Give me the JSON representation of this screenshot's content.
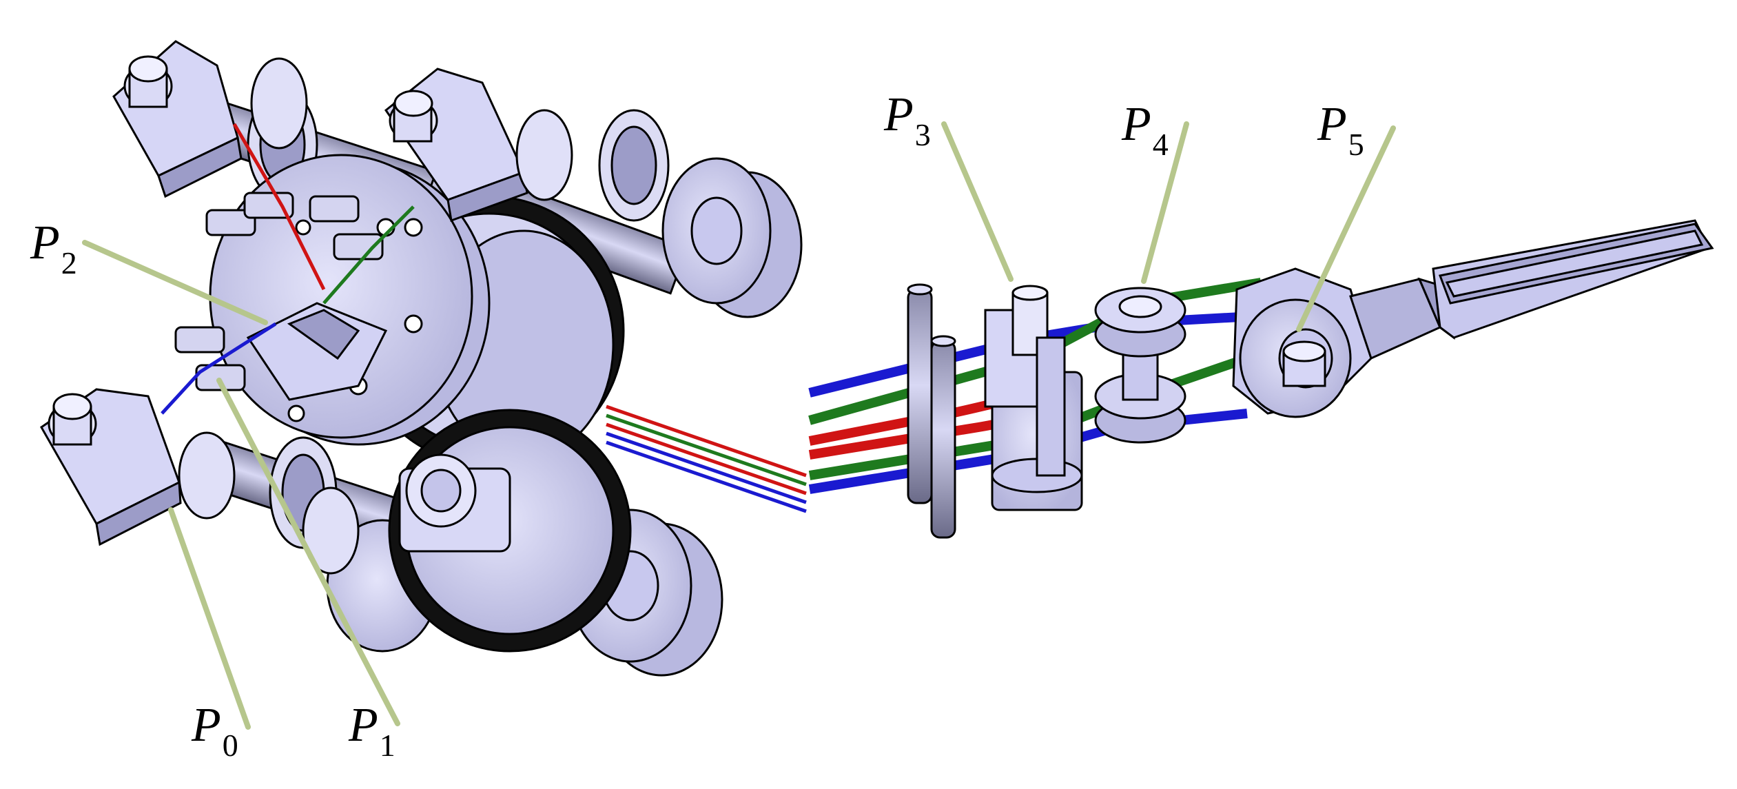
{
  "diagram": {
    "labels": [
      {
        "id": "p0",
        "base": "P",
        "sub": "0"
      },
      {
        "id": "p1",
        "base": "P",
        "sub": "1"
      },
      {
        "id": "p2",
        "base": "P",
        "sub": "2"
      },
      {
        "id": "p3",
        "base": "P",
        "sub": "3"
      },
      {
        "id": "p4",
        "base": "P",
        "sub": "4"
      },
      {
        "id": "p5",
        "base": "P",
        "sub": "5"
      }
    ],
    "colors": {
      "part_fill": "#c8c8f0",
      "part_shade": "#9c9cc8",
      "part_dark": "#5a5a78",
      "outline": "#000000",
      "gear": "#111111",
      "cable_red": "#d01414",
      "cable_green": "#1e7a1e",
      "cable_blue": "#1a1ad0",
      "leader": "#b6c68c"
    }
  }
}
